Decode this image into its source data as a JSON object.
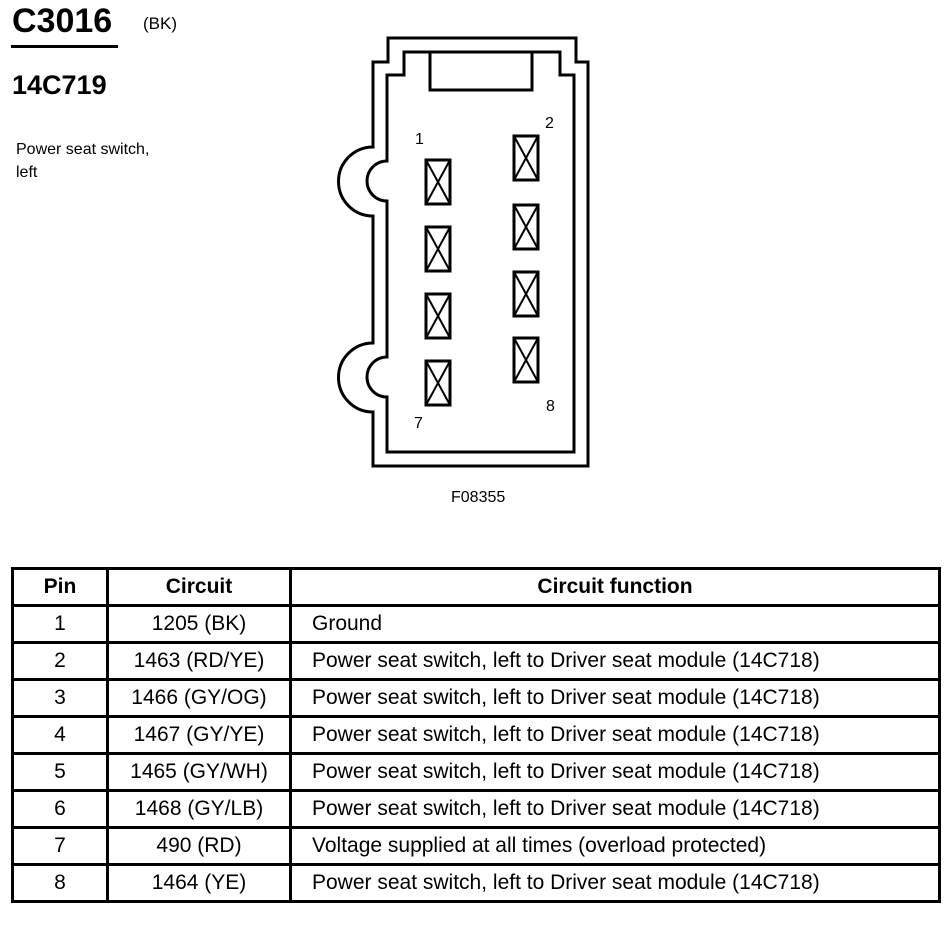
{
  "connector": {
    "id": "C3016",
    "color": "(BK)",
    "part_number": "14C719",
    "description_line1": "Power seat switch,",
    "description_line2": "left"
  },
  "figure": {
    "id": "F08355",
    "pin_labels": [
      "1",
      "2",
      "7",
      "8"
    ]
  },
  "table": {
    "headers": [
      "Pin",
      "Circuit",
      "Circuit function"
    ],
    "rows": [
      {
        "pin": "1",
        "circuit": "1205 (BK)",
        "function": "Ground"
      },
      {
        "pin": "2",
        "circuit": "1463 (RD/YE)",
        "function": "Power seat switch, left to Driver seat module (14C718)"
      },
      {
        "pin": "3",
        "circuit": "1466 (GY/OG)",
        "function": "Power seat switch, left to Driver seat module (14C718)"
      },
      {
        "pin": "4",
        "circuit": "1467 (GY/YE)",
        "function": "Power seat switch, left to Driver seat module (14C718)"
      },
      {
        "pin": "5",
        "circuit": "1465 (GY/WH)",
        "function": "Power seat switch, left to Driver seat module (14C718)"
      },
      {
        "pin": "6",
        "circuit": "1468 (GY/LB)",
        "function": "Power seat switch, left to Driver seat module (14C718)"
      },
      {
        "pin": "7",
        "circuit": "490 (RD)",
        "function": "Voltage supplied at all times (overload protected)"
      },
      {
        "pin": "8",
        "circuit": "1464 (YE)",
        "function": "Power seat switch, left to Driver seat module (14C718)"
      }
    ]
  }
}
